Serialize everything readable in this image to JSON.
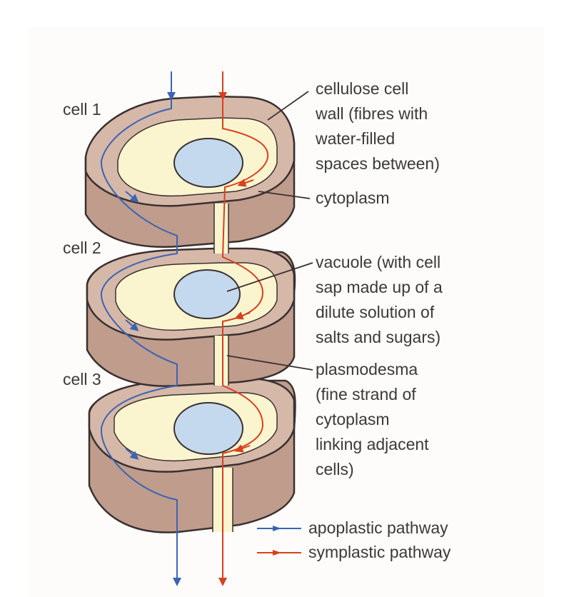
{
  "cells": [
    {
      "label": "cell 1"
    },
    {
      "label": "cell 2"
    },
    {
      "label": "cell 3"
    }
  ],
  "annotations": {
    "cell_wall": [
      "cellulose cell",
      "wall (fibres with",
      "water-filled",
      "spaces between)"
    ],
    "cytoplasm": [
      "cytoplasm"
    ],
    "vacuole": [
      "vacuole (with cell",
      "sap made up of a",
      "dilute solution of",
      "salts and sugars)"
    ],
    "plasmodesma": [
      "plasmodesma",
      "(fine strand of",
      "cytoplasm",
      "linking adjacent",
      "cells)"
    ]
  },
  "legend": [
    {
      "label": "apoplastic pathway",
      "color": "#3a64b4"
    },
    {
      "label": "symplastic pathway",
      "color": "#d8401e"
    }
  ],
  "colors": {
    "wall_top": "#d6b8a8",
    "wall_side": "#bf9c8c",
    "outline": "#3a3030",
    "cytoplasm": "#fbf5cf",
    "vacuole": "#c4d9ee"
  }
}
